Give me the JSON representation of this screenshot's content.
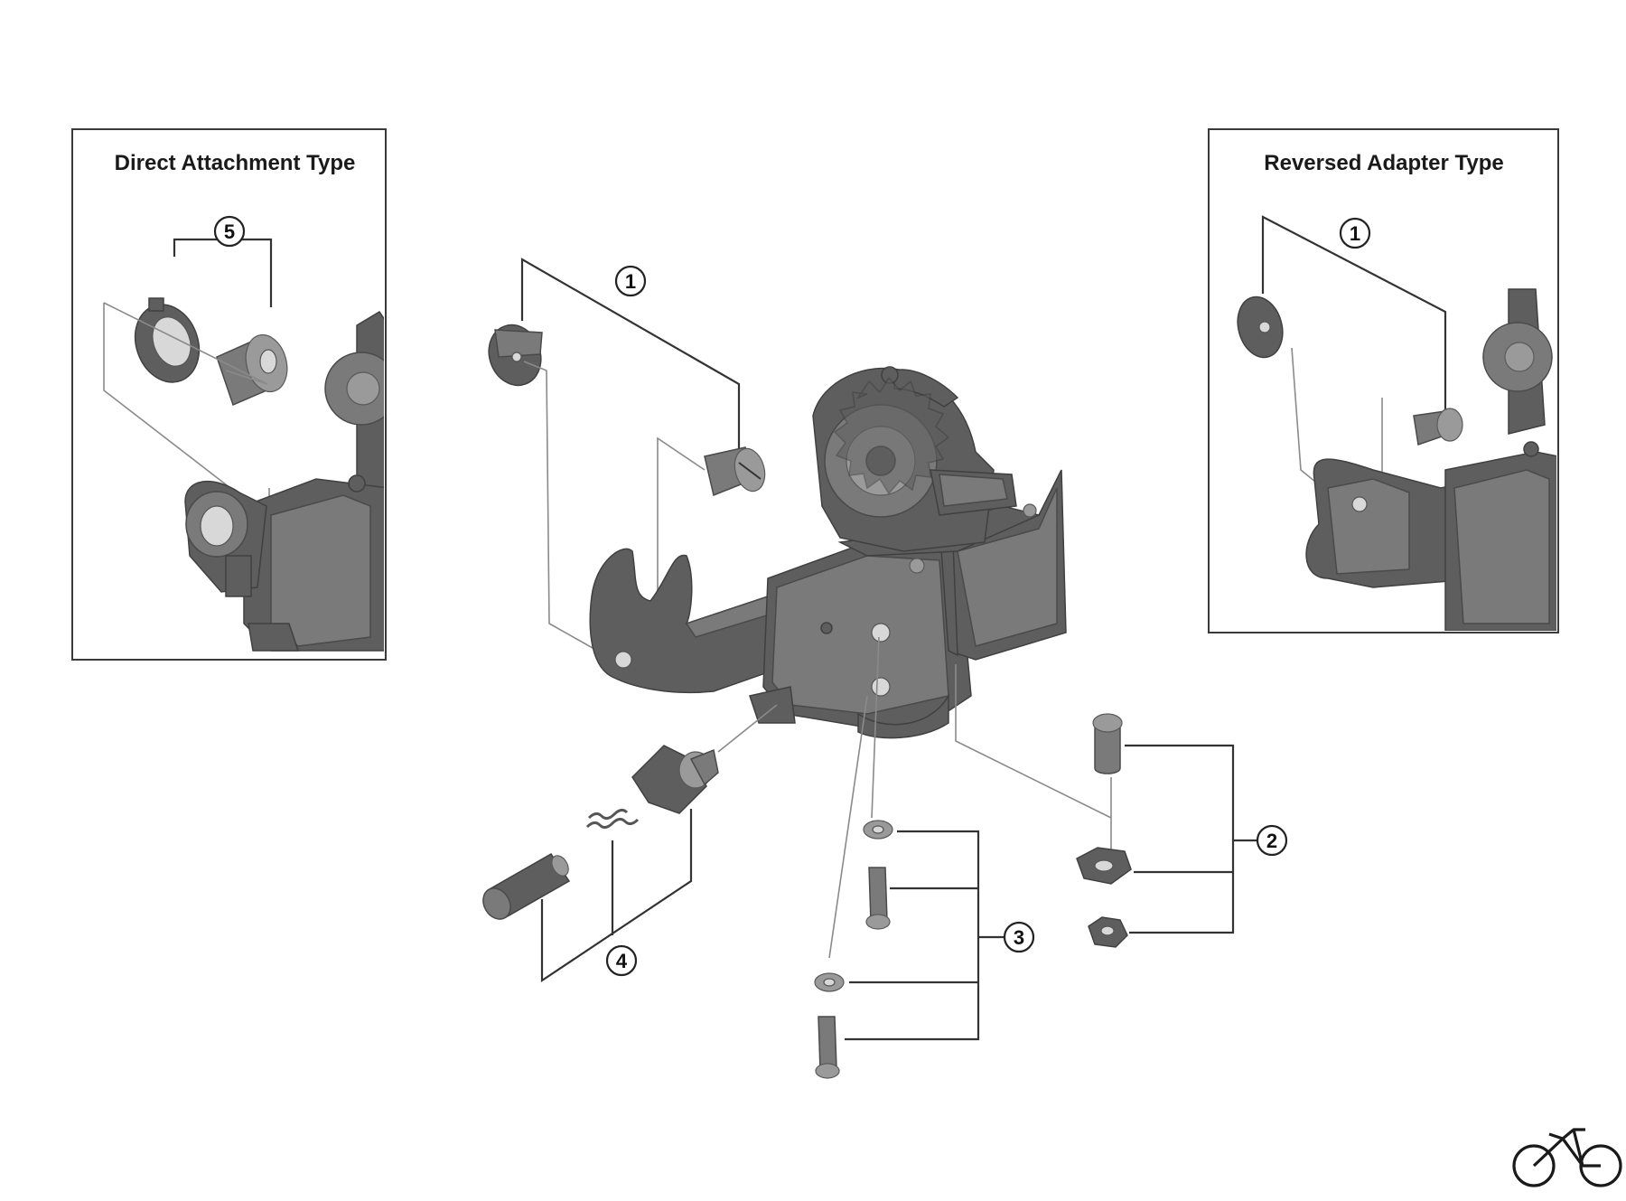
{
  "panels": {
    "left_title": "Direct Attachment Type",
    "right_title": "Reversed Adapter Type"
  },
  "callouts": {
    "c1": "1",
    "c2": "2",
    "c3": "3",
    "c4": "4",
    "c5": "5",
    "c1_right": "1"
  },
  "icons": {
    "logo": "bicycle-icon"
  }
}
